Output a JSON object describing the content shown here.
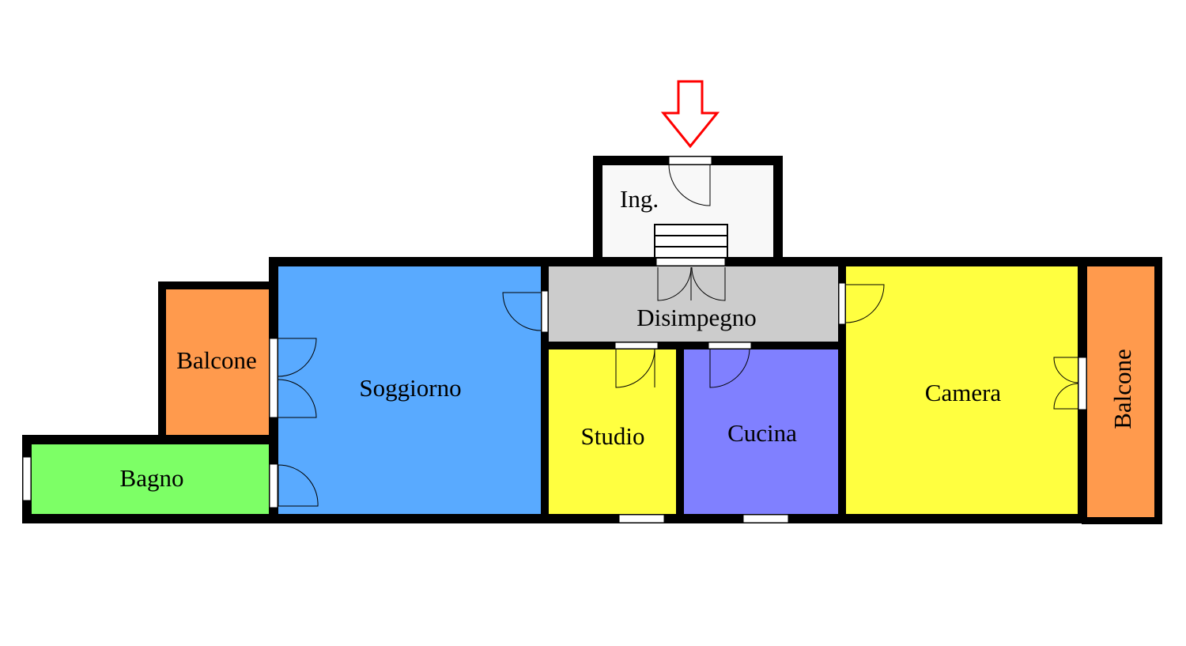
{
  "colors": {
    "wall": "#000000",
    "soggiorno": "#59aaff",
    "balcone": "#ff9a4d",
    "bagno": "#7dff66",
    "disimpegno": "#cccccc",
    "studio": "#ffff40",
    "cucina": "#8080ff",
    "camera": "#ffff40",
    "ingresso": "#f8f8f8",
    "entrance_arrow": "#ff0000",
    "opening": "#ffffff"
  },
  "rooms": {
    "ingresso": "Ing.",
    "disimpegno": "Disimpegno",
    "soggiorno": "Soggiorno",
    "balcone_left": "Balcone",
    "bagno": "Bagno",
    "studio": "Studio",
    "cucina": "Cucina",
    "camera": "Camera",
    "balcone_right": "Balcone"
  },
  "icons": {
    "entrance": "down-arrow-icon",
    "stairs": "stairs-icon"
  }
}
